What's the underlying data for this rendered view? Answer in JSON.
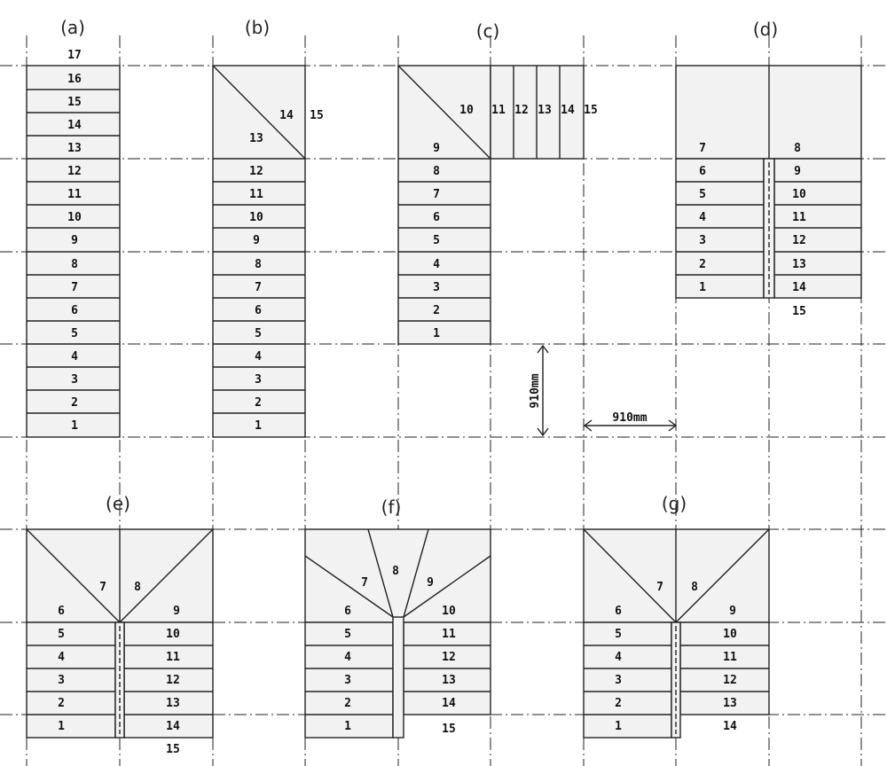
{
  "diagrams": {
    "a": {
      "label": "(a)",
      "steps": [
        "1",
        "2",
        "3",
        "4",
        "5",
        "6",
        "7",
        "8",
        "9",
        "10",
        "11",
        "12",
        "13",
        "14",
        "15",
        "16",
        "17"
      ]
    },
    "b": {
      "label": "(b)",
      "steps": [
        "1",
        "2",
        "3",
        "4",
        "5",
        "6",
        "7",
        "8",
        "9",
        "10",
        "11",
        "12",
        "13",
        "14",
        "15"
      ]
    },
    "c": {
      "label": "(c)",
      "steps": [
        "1",
        "2",
        "3",
        "4",
        "5",
        "6",
        "7",
        "8",
        "9",
        "10",
        "11",
        "12",
        "13",
        "14",
        "15"
      ]
    },
    "d": {
      "label": "(d)",
      "steps": [
        "1",
        "2",
        "3",
        "4",
        "5",
        "6",
        "7",
        "8",
        "9",
        "10",
        "11",
        "12",
        "13",
        "14",
        "15"
      ]
    },
    "e": {
      "label": "(e)",
      "steps": [
        "1",
        "2",
        "3",
        "4",
        "5",
        "6",
        "7",
        "8",
        "9",
        "10",
        "11",
        "12",
        "13",
        "14",
        "15"
      ]
    },
    "f": {
      "label": "(f)",
      "steps": [
        "1",
        "2",
        "3",
        "4",
        "5",
        "6",
        "7",
        "8",
        "9",
        "10",
        "11",
        "12",
        "13",
        "14",
        "15"
      ]
    },
    "g": {
      "label": "(g)",
      "steps": [
        "1",
        "2",
        "3",
        "4",
        "5",
        "6",
        "7",
        "8",
        "9",
        "10",
        "11",
        "12",
        "13",
        "14"
      ]
    }
  },
  "dimensions": {
    "vertical": "910mm",
    "horizontal": "910mm"
  }
}
